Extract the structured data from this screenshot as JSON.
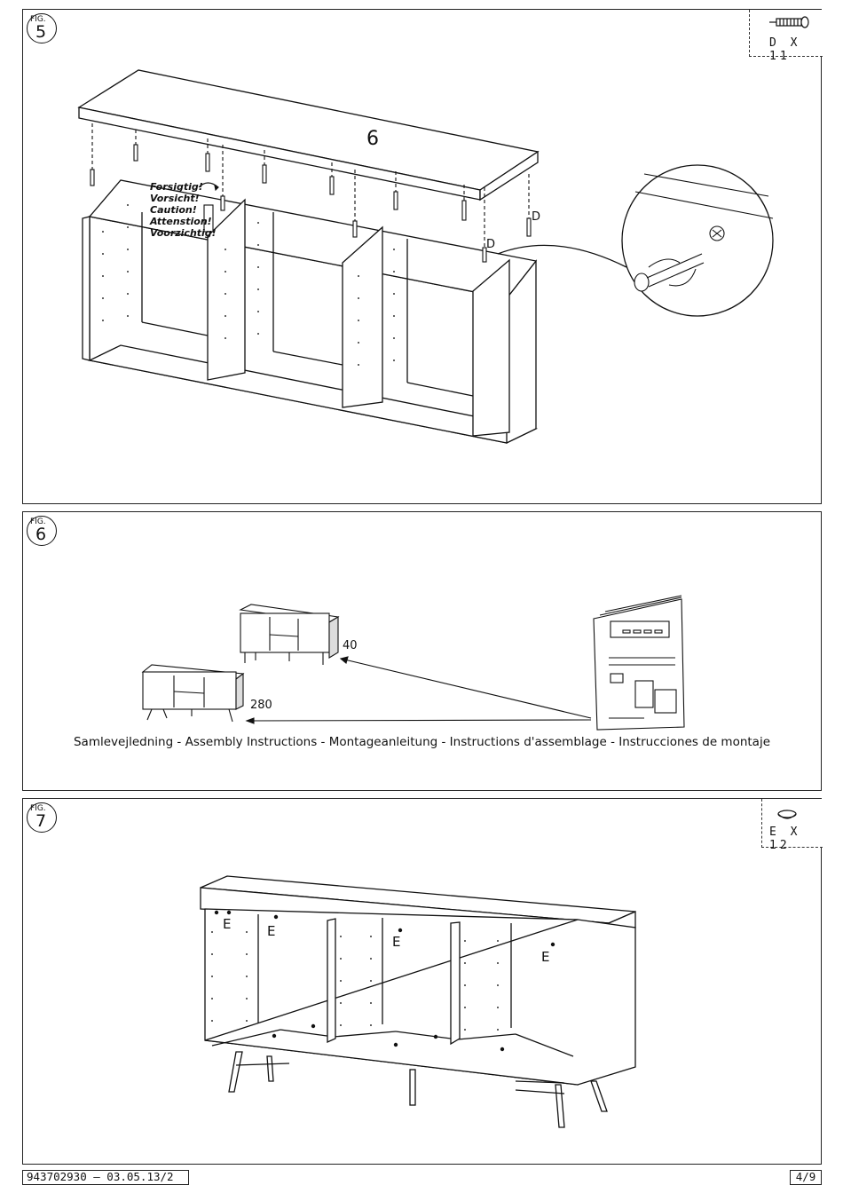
{
  "fig5": {
    "badge_label": "FIG.",
    "badge_number": "5",
    "part_qty": "D X 11",
    "part_icon": "dowel-screw-icon",
    "panel_number": "6",
    "warnings": [
      "Forsigtig!",
      "Vorsicht!",
      "Caution!",
      "Attenstion!",
      "Voorzichtig!"
    ],
    "part_letter_a": "D",
    "part_letter_b": "D"
  },
  "fig6": {
    "badge_label": "FIG.",
    "badge_number": "6",
    "ref_page_a": "40",
    "ref_page_b": "280",
    "caption": "Samlevejledning - Assembly Instructions - Montageanleitung - Instructions d'assemblage - Instrucciones de montaje"
  },
  "fig7": {
    "badge_label": "FIG.",
    "badge_number": "7",
    "part_qty": "E X 12",
    "part_icon": "felt-pad-icon",
    "labels": [
      "E",
      "E",
      "E",
      "E"
    ]
  },
  "footer": {
    "doc_code": "943702930 – 03.05.13/2",
    "page": "4/9"
  }
}
